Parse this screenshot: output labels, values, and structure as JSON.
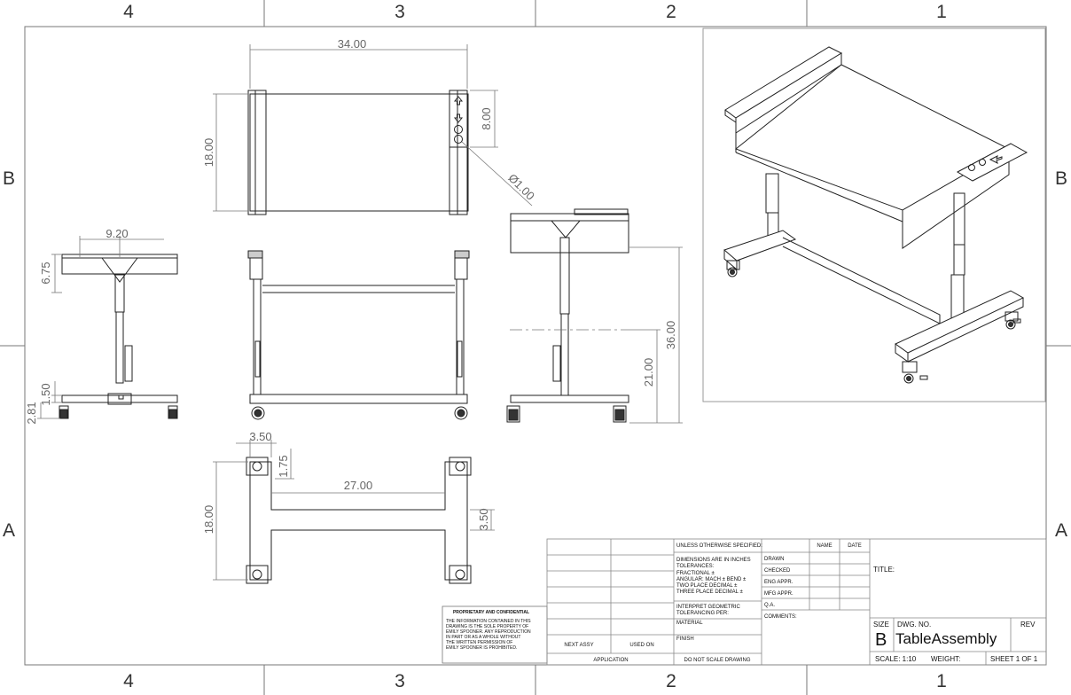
{
  "zones": {
    "top": [
      "4",
      "3",
      "2",
      "1"
    ],
    "bottom": [
      "4",
      "3",
      "2",
      "1"
    ],
    "left": [
      "B",
      "A"
    ],
    "right": [
      "B",
      "A"
    ]
  },
  "dimensions": {
    "top_width": "34.00",
    "top_depth": "18.00",
    "panel_height": "8.00",
    "hole_dia": "Ø1.00",
    "side_offset": "9.20",
    "side_top_thickness": "6.75",
    "side_base_height": "1.50",
    "side_wheel_height": "2.81",
    "right_total_height": "36.00",
    "right_lower_height": "21.00",
    "base_leg_width": "3.50",
    "base_slot_width": "1.75",
    "base_inner_length": "27.00",
    "base_depth": "18.00",
    "base_crossbar": "3.50"
  },
  "title_block": {
    "unless": "UNLESS OTHERWISE SPECIFIED:",
    "name": "NAME",
    "date": "DATE",
    "dim_lines": [
      "DIMENSIONS ARE IN INCHES",
      "TOLERANCES:",
      "FRACTIONAL ±",
      "ANGULAR: MACH ±    BEND ±",
      "TWO PLACE DECIMAL    ±",
      "THREE PLACE DECIMAL   ±"
    ],
    "interpret_lines": [
      "INTERPRET GEOMETRIC",
      "TOLERANCING PER:"
    ],
    "material": "MATERIAL",
    "finish": "FINISH",
    "no_scale": "DO NOT SCALE DRAWING",
    "next_assy": "NEXT ASSY",
    "used_on": "USED ON",
    "application": "APPLICATION",
    "roles": [
      "DRAWN",
      "CHECKED",
      "ENG APPR.",
      "MFG APPR.",
      "Q.A."
    ],
    "comments": "COMMENTS:",
    "title": "TITLE:",
    "size_label": "SIZE",
    "size": "B",
    "dwg_label": "DWG.  NO.",
    "dwg_no": "TableAssembly",
    "rev": "REV",
    "scale": "SCALE: 1:10",
    "weight": "WEIGHT:",
    "sheet": "SHEET 1 OF 1"
  },
  "proprietary": {
    "heading": "PROPRIETARY AND CONFIDENTIAL",
    "lines": [
      "THE INFORMATION CONTAINED IN THIS",
      "DRAWING IS THE SOLE PROPERTY OF",
      "EMILY SPOONER.  ANY REPRODUCTION",
      "IN PART OR AS A WHOLE WITHOUT",
      "THE WRITTEN PERMISSION OF",
      "EMILY SPOONER IS PROHIBITED."
    ]
  }
}
